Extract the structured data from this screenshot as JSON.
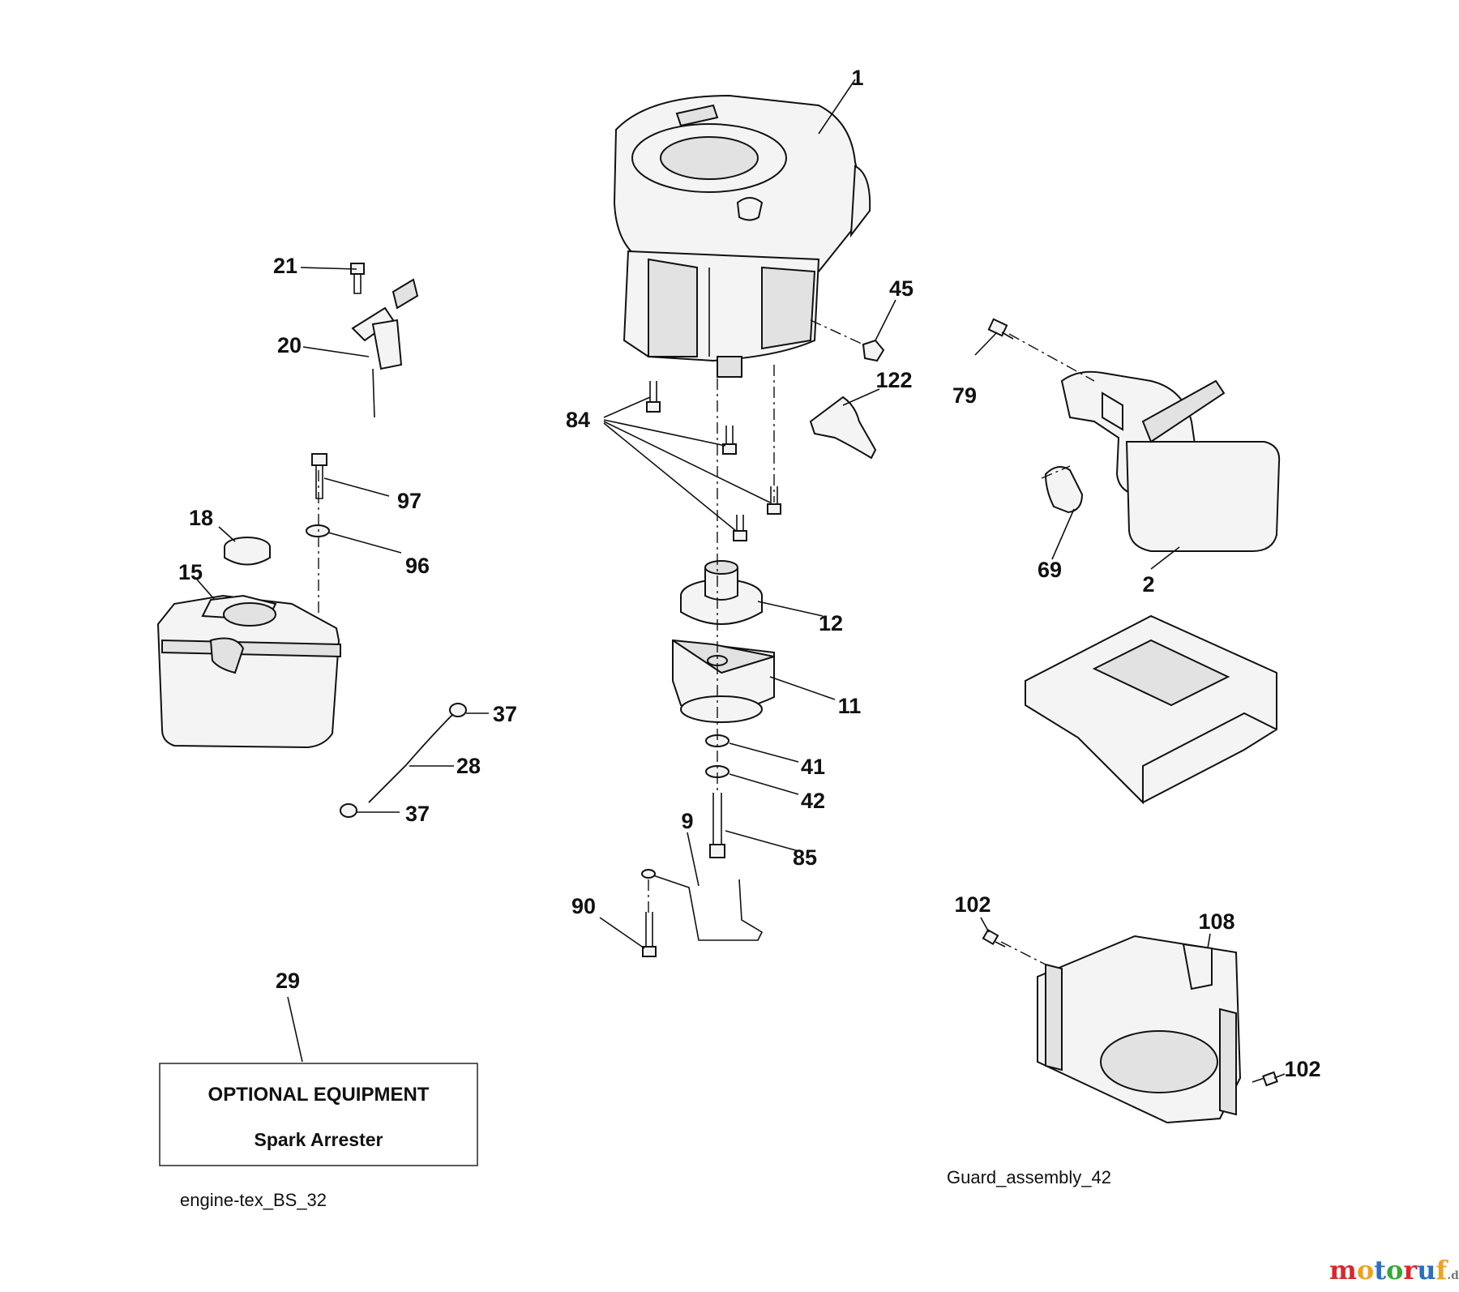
{
  "callouts": {
    "c1": "1",
    "c2": "2",
    "c9": "9",
    "c11": "11",
    "c12": "12",
    "c15": "15",
    "c18": "18",
    "c20": "20",
    "c21": "21",
    "c28": "28",
    "c29": "29",
    "c37a": "37",
    "c37b": "37",
    "c41": "41",
    "c42": "42",
    "c45": "45",
    "c69": "69",
    "c79": "79",
    "c84": "84",
    "c85": "85",
    "c90": "90",
    "c96": "96",
    "c97": "97",
    "c102a": "102",
    "c102b": "102",
    "c108": "108",
    "c122": "122"
  },
  "optional_box": {
    "title": "OPTIONAL EQUIPMENT",
    "subtitle": "Spark Arrester"
  },
  "captions": {
    "engine": "engine-tex_BS_32",
    "guard": "Guard_assembly_42"
  },
  "watermark": {
    "text_main": "motoruf",
    "text_tld": ".de",
    "colors": {
      "m": "#d9282f",
      "o1": "#f0a020",
      "t": "#2a6fc0",
      "o2": "#38a838",
      "r": "#d9282f",
      "u": "#2a6fc0",
      "f": "#f0a020"
    }
  }
}
